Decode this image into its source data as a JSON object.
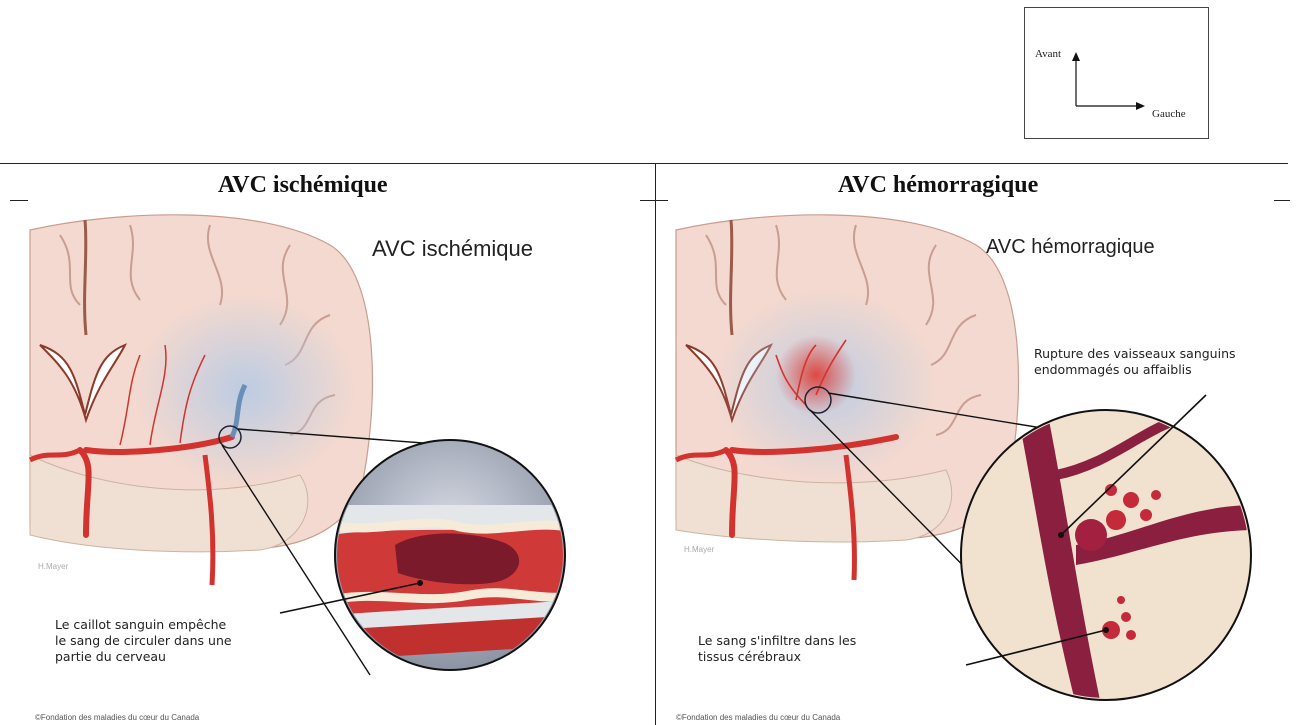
{
  "orientation": {
    "front_label": "Avant",
    "left_label": "Gauche"
  },
  "panels": [
    {
      "title": "AVC ischémique",
      "image_title": "AVC ischémique",
      "callouts": [
        "Le caillot sanguin empêche\nle sang de circuler dans une\npartie du cerveau"
      ],
      "signature": "H.Mayer",
      "credit": "©Fondation des maladies du cœur du Canada"
    },
    {
      "title": "AVC hémorragique",
      "image_title": "AVC hémorragique",
      "callouts": [
        "Rupture des vaisseaux sanguins\nendommagés ou affaiblis",
        "Le sang s'infiltre dans les\ntissus cérébraux"
      ],
      "signature": "H.Mayer",
      "credit": "©Fondation des maladies du cœur du Canada"
    }
  ],
  "colors": {
    "brain_tissue": "#f3d9cf",
    "artery": "#d2332e",
    "ischemia_tint": "#b9cbe4",
    "clot": "#7a1a2a",
    "hemorrhage": "#a32040"
  },
  "icons": [
    "arrow-up-icon",
    "arrow-right-icon"
  ]
}
